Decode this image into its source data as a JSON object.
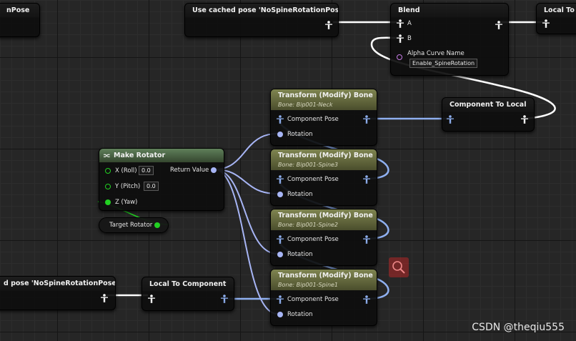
{
  "nodes": {
    "partial_left": {
      "title": "nPose"
    },
    "use_cached_top": {
      "title": "Use cached pose 'NoSpineRotationPose'"
    },
    "blend": {
      "title": "Blend",
      "pin_a": "A",
      "pin_b": "B",
      "alpha_curve_label": "Alpha Curve Name",
      "alpha_curve_value": "Enable_SpineRotation"
    },
    "local_to_comp_top": {
      "title": "Local To C"
    },
    "component_to_local": {
      "title": "Component To Local"
    },
    "make_rotator": {
      "title": "Make Rotator",
      "x_label": "X (Roll)",
      "x_value": "0.0",
      "y_label": "Y (Pitch)",
      "y_value": "0.0",
      "z_label": "Z (Yaw)",
      "return_label": "Return Value"
    },
    "target_rotator": {
      "title": "Target Rotator"
    },
    "use_cached_bottom": {
      "title": "d pose 'NoSpineRotationPose'"
    },
    "local_to_component": {
      "title": "Local To Component"
    },
    "transforms": [
      {
        "title": "Transform (Modify) Bone",
        "bone": "Bone: Bip001-Neck",
        "pose_label": "Component Pose",
        "rot_label": "Rotation"
      },
      {
        "title": "Transform (Modify) Bone",
        "bone": "Bone: Bip001-Spine3",
        "pose_label": "Component Pose",
        "rot_label": "Rotation"
      },
      {
        "title": "Transform (Modify) Bone",
        "bone": "Bone: Bip001-Spine2",
        "pose_label": "Component Pose",
        "rot_label": "Rotation"
      },
      {
        "title": "Transform (Modify) Bone",
        "bone": "Bone: Bip001-Spine1",
        "pose_label": "Component Pose",
        "rot_label": "Rotation"
      }
    ]
  },
  "colors": {
    "rotator_wire": "#a7b5f5",
    "pose_wire": "#ffffff",
    "float_wire": "#22d022",
    "name_pin": "#c77be6"
  },
  "watermark": "CSDN @theqiu555"
}
